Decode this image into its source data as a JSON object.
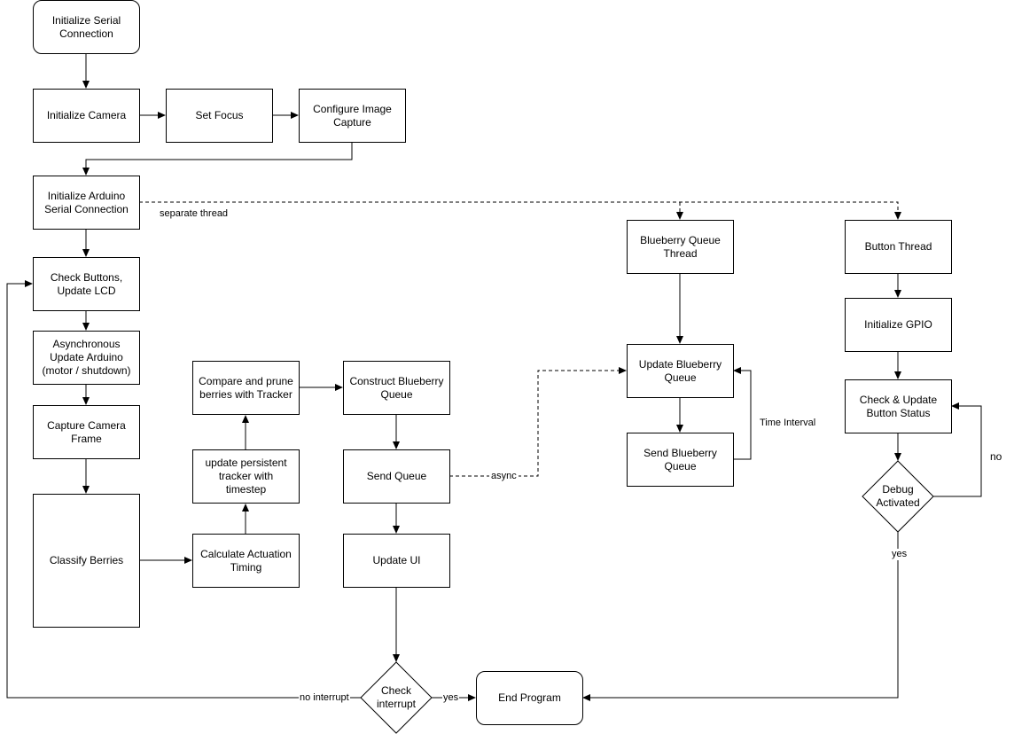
{
  "nodes": {
    "init_serial": "Initialize Serial Connection",
    "init_camera": "Initialize Camera",
    "set_focus": "Set Focus",
    "configure_capture": "Configure Image Capture",
    "init_arduino": "Initialize Arduino Serial Connection",
    "check_buttons": "Check Buttons, Update LCD",
    "async_update": "Asynchronous Update Arduino (motor / shutdown)",
    "capture_frame": "Capture Camera Frame",
    "classify": "Classify Berries",
    "calc_timing": "Calculate Actuation Timing",
    "update_tracker": "update persistent tracker with timestep",
    "compare_prune": "Compare and prune berries with Tracker",
    "construct_queue": "Construct Blueberry Queue",
    "send_queue": "Send Queue",
    "update_ui": "Update UI",
    "check_interrupt": "Check interrupt",
    "end_program": "End Program",
    "bb_queue_thread": "Blueberry Queue Thread",
    "update_bb_queue": "Update Blueberry Queue",
    "send_bb_queue": "Send Blueberry Queue",
    "button_thread": "Button Thread",
    "init_gpio": "Initialize GPIO",
    "check_button_status": "Check & Update Button Status",
    "debug_activated": "Debug Activated"
  },
  "edge_labels": {
    "separate_thread": "separate thread",
    "async": "async",
    "time_interval": "Time Interval",
    "no": "no",
    "yes_debug": "yes",
    "no_interrupt": "no interrupt",
    "yes_interrupt": "yes"
  }
}
